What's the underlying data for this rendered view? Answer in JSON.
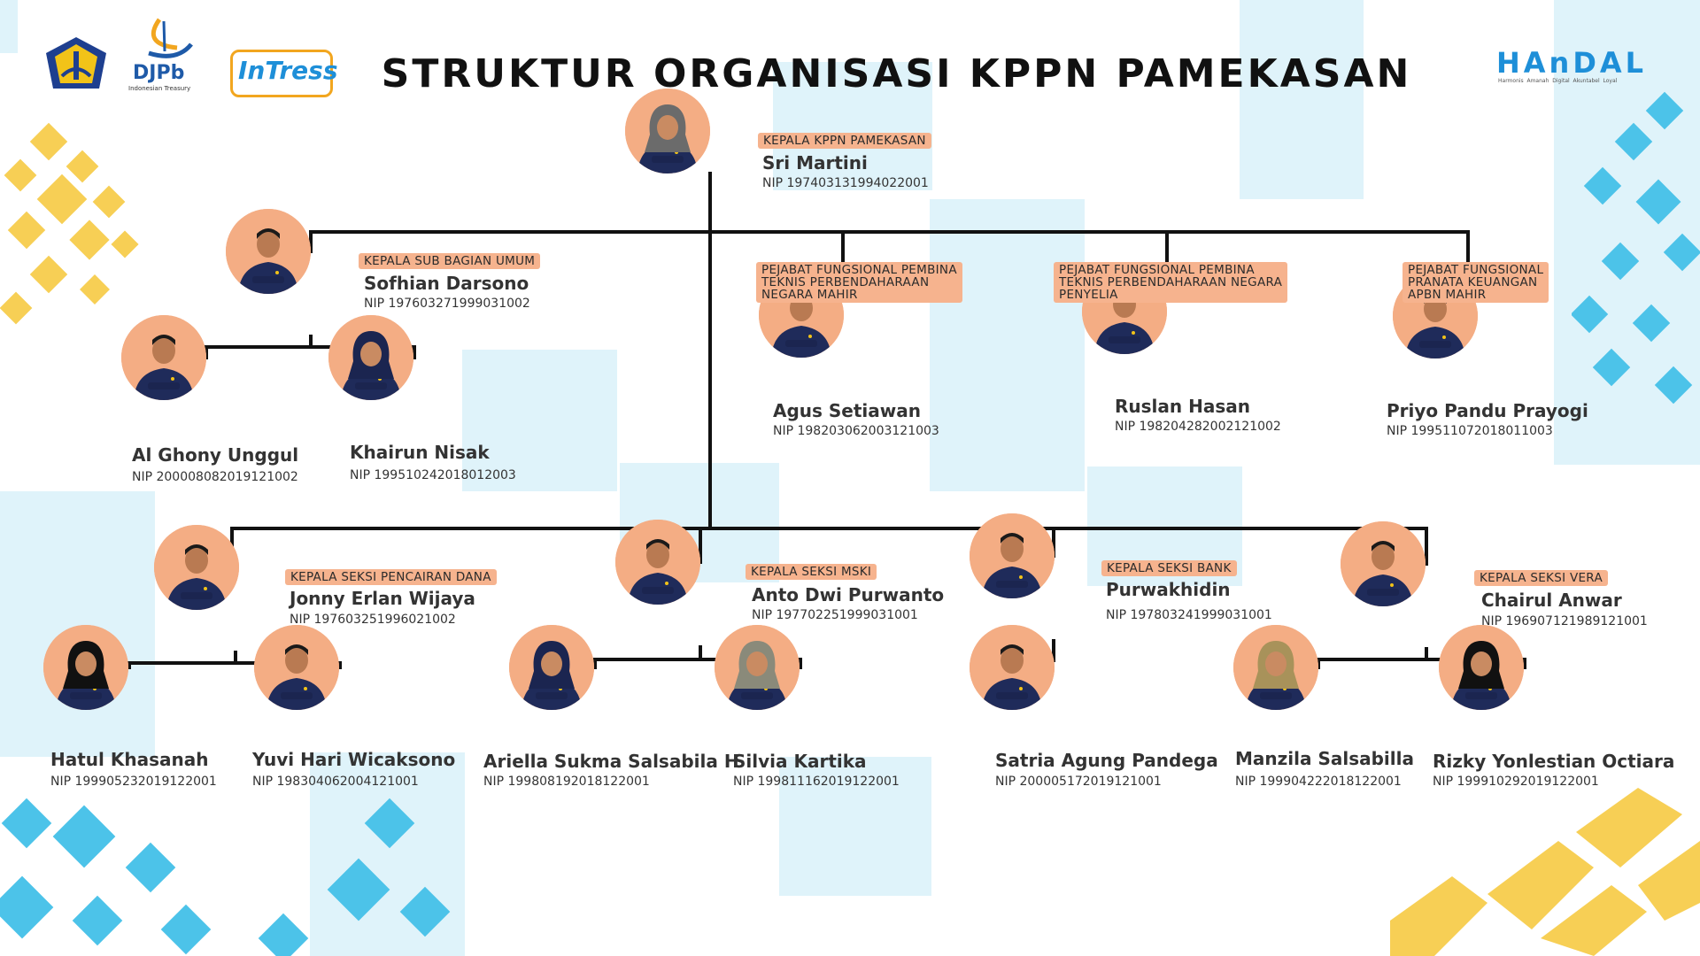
{
  "title": "STRUKTUR ORGANISASI KPPN PAMEKASAN",
  "logos": {
    "djpb": "DJPb",
    "djpb_sub": "Indonesian Treasury",
    "intress": "InTress",
    "handal": "HAnDAL",
    "handal_sub": "Harmonis  Amanah  Digital  Akuntabel  Loyal"
  },
  "colors": {
    "accent": "#f6b38e",
    "avatar": "#f4ad84",
    "deco_blue": "#4cc3e9",
    "deco_yellow": "#f7cf55",
    "panel": "#dff3fa"
  },
  "staff": [
    {
      "id": "kepala",
      "role": "KEPALA KPPN PAMEKASAN",
      "name": "Sri Martini",
      "nip": "NIP 197403131994022001"
    },
    {
      "id": "subbag",
      "role": "KEPALA SUB BAGIAN UMUM",
      "name": "Sofhian Darsono",
      "nip": "NIP 197603271999031002"
    },
    {
      "id": "alghony",
      "role": "",
      "name": "Al Ghony Unggul",
      "nip": "NIP 200008082019121002"
    },
    {
      "id": "khairun",
      "role": "",
      "name": "Khairun Nisak",
      "nip": "NIP 199510242018012003"
    },
    {
      "id": "agus",
      "role": "PEJABAT FUNGSIONAL PEMBINA\nTEKNIS PERBENDAHARAAN\nNEGARA MAHIR",
      "name": "Agus Setiawan",
      "nip": "NIP 198203062003121003"
    },
    {
      "id": "ruslan",
      "role": "PEJABAT FUNGSIONAL PEMBINA\nTEKNIS PERBENDAHARAAN NEGARA\nPENYELIA",
      "name": "Ruslan Hasan",
      "nip": "NIP 198204282002121002"
    },
    {
      "id": "priyo",
      "role": "PEJABAT FUNGSIONAL\nPRANATA KEUANGAN\nAPBN MAHIR",
      "name": "Priyo Pandu Prayogi",
      "nip": "NIP 199511072018011003"
    },
    {
      "id": "jonny",
      "role": "KEPALA SEKSI PENCAIRAN DANA",
      "name": "Jonny Erlan Wijaya",
      "nip": "NIP 197603251996021002"
    },
    {
      "id": "anto",
      "role": "KEPALA SEKSI MSKI",
      "name": "Anto Dwi Purwanto",
      "nip": "NIP 197702251999031001"
    },
    {
      "id": "purwa",
      "role": "KEPALA SEKSI BANK",
      "name": "Purwakhidin",
      "nip": "NIP 197803241999031001"
    },
    {
      "id": "chairul",
      "role": "KEPALA SEKSI VERA",
      "name": "Chairul Anwar",
      "nip": "NIP 196907121989121001"
    },
    {
      "id": "hatul",
      "role": "",
      "name": "Hatul Khasanah",
      "nip": "NIP 199905232019122001"
    },
    {
      "id": "yuvi",
      "role": "",
      "name": "Yuvi Hari Wicaksono",
      "nip": "NIP 198304062004121001"
    },
    {
      "id": "ariella",
      "role": "",
      "name": "Ariella Sukma Salsabila H",
      "nip": "NIP 199808192018122001"
    },
    {
      "id": "silvia",
      "role": "",
      "name": "Silvia Kartika",
      "nip": "NIP 199811162019122001"
    },
    {
      "id": "satria",
      "role": "",
      "name": "Satria Agung Pandega",
      "nip": "NIP 200005172019121001"
    },
    {
      "id": "manzila",
      "role": "",
      "name": "Manzila Salsabilla",
      "nip": "NIP 199904222018122001"
    },
    {
      "id": "rizky",
      "role": "",
      "name": "Rizky Yonlestian Octiara",
      "nip": "NIP 199910292019122001"
    }
  ]
}
